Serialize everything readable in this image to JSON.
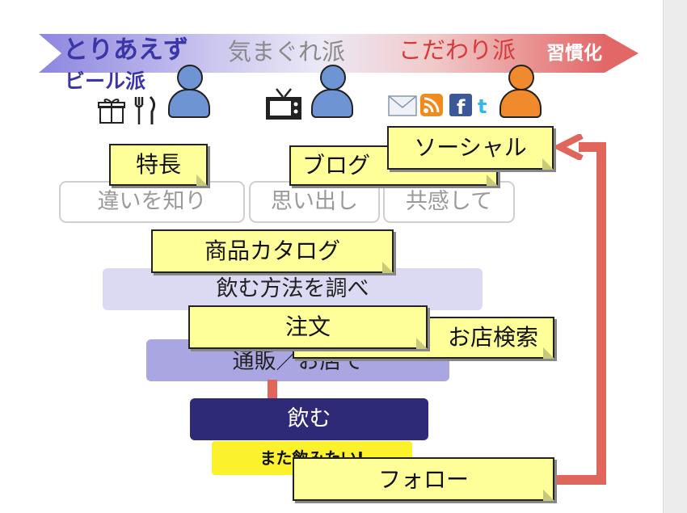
{
  "spectrum": {
    "persona1_line1": "とりあえず",
    "persona1_line2": "ビール派",
    "persona2": "気まぐれ派",
    "persona3": "こだわり派",
    "end_label": "習慣化"
  },
  "stages": {
    "learn": "違いを知り",
    "recall": "思い出し",
    "empathize": "共感して",
    "research": "飲む方法を調べ",
    "order_via": "通販／お店で",
    "drink": "飲む",
    "again": "また飲みたい!"
  },
  "notes": {
    "features": "特長",
    "blog": "ブログ",
    "social": "ソーシャル",
    "catalog": "商品カタログ",
    "order": "注文",
    "store_search": "お店検索",
    "follow": "フォロー"
  },
  "colors": {
    "persona1": "#3b36a6",
    "persona2": "#8a8a8a",
    "persona3": "#d63a3a",
    "person_blue": "#6f94d4",
    "person_orange": "#f08a2c",
    "note_fill": "#ffff99",
    "arrow": "#e0665c",
    "drink_bar": "#2e2a78"
  },
  "icons": [
    "gift-icon",
    "fork-knife-icon",
    "tv-icon",
    "mail-icon",
    "rss-icon",
    "facebook-icon",
    "twitter-icon"
  ]
}
